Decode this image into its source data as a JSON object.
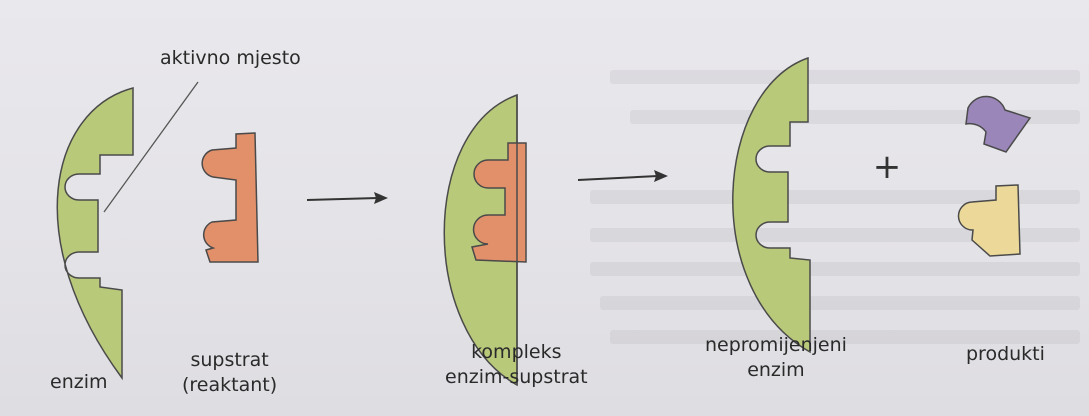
{
  "labels": {
    "active_site": "aktivno mjesto",
    "enzyme": "enzim",
    "substrate_line1": "supstrat",
    "substrate_line2": "(reaktant)",
    "complex_line1": "kompleks",
    "complex_line2": "enzim-supstrat",
    "unchanged_line1": "nepromijenjeni",
    "unchanged_line2": "enzim",
    "products": "produkti",
    "plus": "+"
  },
  "colors": {
    "enzyme": "#b9c97a",
    "substrate": "#e2906a",
    "product_top": "#9a86b8",
    "product_bottom": "#ecd99a",
    "outline": "#4a4a4a"
  }
}
